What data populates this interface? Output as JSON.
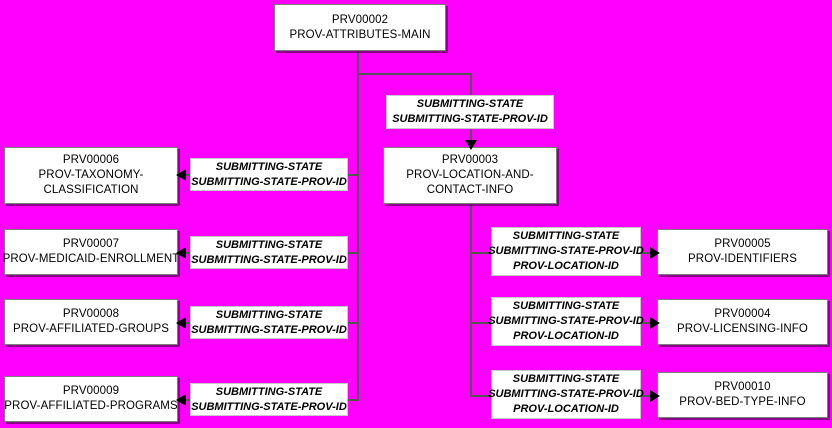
{
  "diagram": {
    "background_color": "#ff00ff",
    "box_fill": "#ffffff",
    "box_border": "#7d7d7d",
    "line_color": "#555555",
    "arrow_color": "#000000"
  },
  "entities": {
    "main": {
      "id": "PRV00002",
      "name": "PROV-ATTRIBUTES-MAIN"
    },
    "location": {
      "id": "PRV00003",
      "line1": "PROV-LOCATION-AND-",
      "line2": "CONTACT-INFO"
    },
    "taxonomy": {
      "id": "PRV00006",
      "line1": "PROV-TAXONOMY-",
      "line2": "CLASSIFICATION"
    },
    "medicaid": {
      "id": "PRV00007",
      "name": "PROV-MEDICAID-ENROLLMENT"
    },
    "groups": {
      "id": "PRV00008",
      "name": "PROV-AFFILIATED-GROUPS"
    },
    "programs": {
      "id": "PRV00009",
      "name": "PROV-AFFILIATED-PROGRAMS"
    },
    "identifiers": {
      "id": "PRV00005",
      "name": "PROV-IDENTIFIERS"
    },
    "licensing": {
      "id": "PRV00004",
      "name": "PROV-LICENSING-INFO"
    },
    "bedtype": {
      "id": "PRV00010",
      "name": "PROV-BED-TYPE-INFO"
    }
  },
  "keys": {
    "submitting_state": "SUBMITTING-STATE",
    "submitting_state_prov_id": "SUBMITTING-STATE-PROV-ID",
    "prov_location_id": "PROV-LOCATION-ID"
  },
  "relationships": [
    {
      "name": "main-to-location",
      "from": "PRV00002",
      "to": "PRV00003",
      "keys": [
        "SUBMITTING-STATE",
        "SUBMITTING-STATE-PROV-ID"
      ]
    },
    {
      "name": "main-to-taxonomy",
      "from": "PRV00002",
      "to": "PRV00006",
      "keys": [
        "SUBMITTING-STATE",
        "SUBMITTING-STATE-PROV-ID"
      ]
    },
    {
      "name": "main-to-medicaid",
      "from": "PRV00002",
      "to": "PRV00007",
      "keys": [
        "SUBMITTING-STATE",
        "SUBMITTING-STATE-PROV-ID"
      ]
    },
    {
      "name": "main-to-groups",
      "from": "PRV00002",
      "to": "PRV00008",
      "keys": [
        "SUBMITTING-STATE",
        "SUBMITTING-STATE-PROV-ID"
      ]
    },
    {
      "name": "main-to-programs",
      "from": "PRV00002",
      "to": "PRV00009",
      "keys": [
        "SUBMITTING-STATE",
        "SUBMITTING-STATE-PROV-ID"
      ]
    },
    {
      "name": "location-to-identifiers",
      "from": "PRV00003",
      "to": "PRV00005",
      "keys": [
        "SUBMITTING-STATE",
        "SUBMITTING-STATE-PROV-ID",
        "PROV-LOCATION-ID"
      ]
    },
    {
      "name": "location-to-licensing",
      "from": "PRV00003",
      "to": "PRV00004",
      "keys": [
        "SUBMITTING-STATE",
        "SUBMITTING-STATE-PROV-ID",
        "PROV-LOCATION-ID"
      ]
    },
    {
      "name": "location-to-bedtype",
      "from": "PRV00003",
      "to": "PRV00010",
      "keys": [
        "SUBMITTING-STATE",
        "SUBMITTING-STATE-PROV-ID",
        "PROV-LOCATION-ID"
      ]
    }
  ]
}
